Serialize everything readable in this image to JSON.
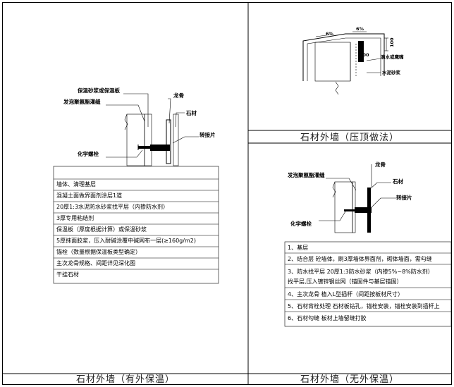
{
  "panels": {
    "left": {
      "caption": "石材外墙（有外保温）",
      "labels": {
        "insulation": "保温砂浆或保温板",
        "foam": "发泡聚氨酯灌缝",
        "keel": "龙骨",
        "stone": "石材",
        "connector": "转接片",
        "anchor": "化学螺栓"
      },
      "steps": [
        "墙体、清理基层",
        "混凝土面做界面剂涂层1道",
        "20厚1:3水泥防水砂浆找平层（内掺防水剂）",
        "3厚专用粘结剂",
        "保温板（厚度根据计算）或保温砂浆",
        "5厚抹面胶浆，压入耐碱涂覆中碱网布一层(≥160g/m2)",
        "锚栓（数量根据保温板类型确定）",
        "主次龙骨规格、间距详见深化图",
        "干挂石材"
      ]
    },
    "top_right": {
      "caption": "石材外墙（压顶做法）",
      "labels": {
        "slope_left": "6%",
        "slope_right": "6%",
        "dim": "100",
        "drip": "滴水或鹰嘴",
        "mortar": "水泥砂浆",
        "dim2": "100"
      }
    },
    "bottom_right": {
      "caption": "石材外墙（无外保温）",
      "labels": {
        "foam": "发泡聚氨酯灌缝",
        "keel": "龙骨",
        "stone": "石材",
        "connector": "转接片",
        "anchor": "化学螺栓"
      },
      "steps": [
        "1、基层",
        "2、结合层   砼墙体，刷3厚墙体界面剂，砌体墙面，需勾缝",
        "3、防水找平层   20厚1:3防水砂浆（内掺5%~8%防水剂）",
        "找平层,压入镀锌钢丝网（锚固件与基层锚固）",
        "4、主次龙骨   植入L型插杆（间距按板材尺寸）",
        "5、石材背栓处理   石材板钻孔，锚栓安装，锚栓安装到插杆上",
        "6、石材勾缝   板材上墙留缝打胶"
      ]
    }
  }
}
